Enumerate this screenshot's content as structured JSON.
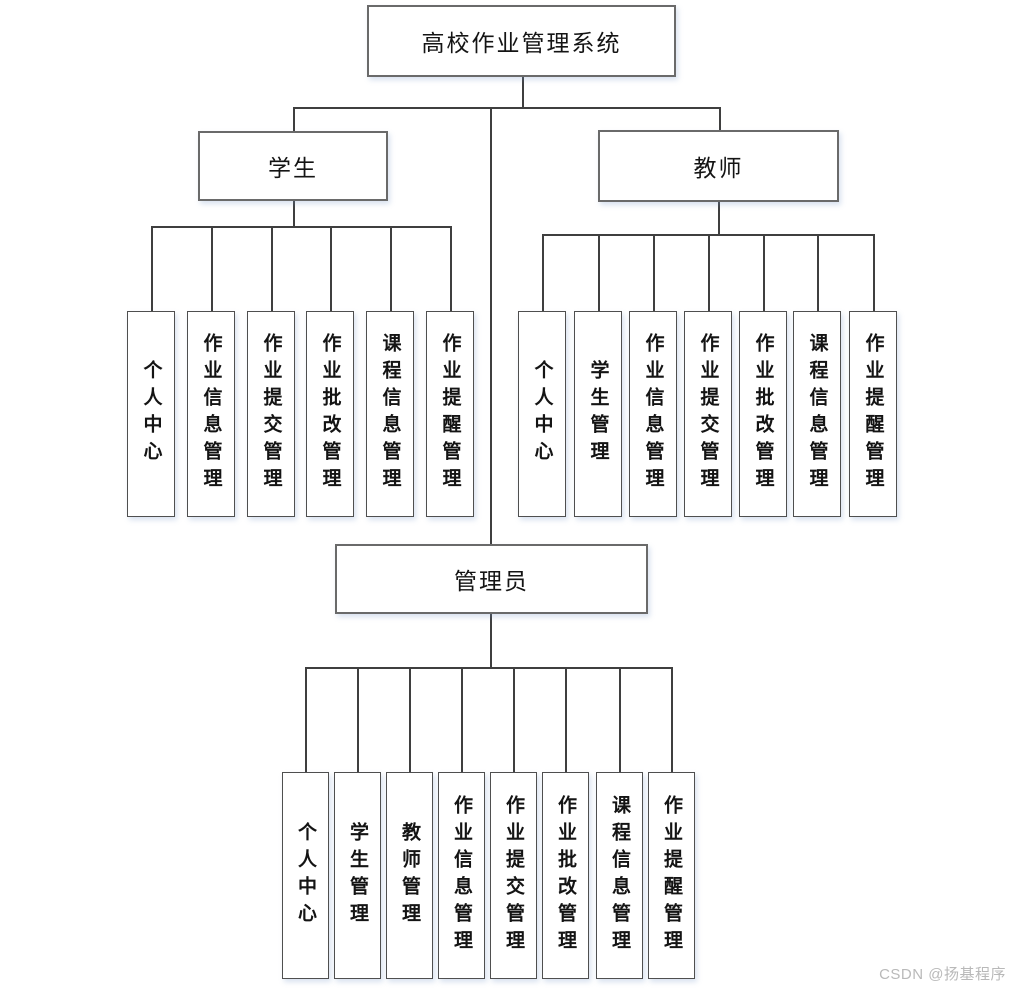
{
  "diagram": {
    "title_node": "高校作业管理系统",
    "branches": {
      "student": {
        "label": "学生",
        "children": [
          "个人中心",
          "作业信息管理",
          "作业提交管理",
          "作业批改管理",
          "课程信息管理",
          "作业提醒管理"
        ]
      },
      "teacher": {
        "label": "教师",
        "children": [
          "个人中心",
          "学生管理",
          "作业信息管理",
          "作业提交管理",
          "作业批改管理",
          "课程信息管理",
          "作业提醒管理"
        ]
      },
      "admin": {
        "label": "管理员",
        "children": [
          "个人中心",
          "学生管理",
          "教师管理",
          "作业信息管理",
          "作业提交管理",
          "作业批改管理",
          "课程信息管理",
          "作业提醒管理"
        ]
      }
    },
    "colors": {
      "box_border": "#6a6a6a",
      "child_box_border": "#4f4f4f",
      "connector_line": "#3f3f3f",
      "text": "#141414",
      "watermark": "#b9b9b9",
      "background": "#ffffff"
    }
  },
  "watermark": {
    "text": "CSDN @扬基程序"
  }
}
